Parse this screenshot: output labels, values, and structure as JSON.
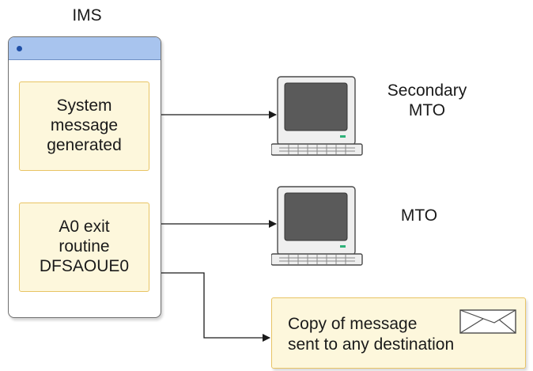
{
  "ims": {
    "title": "IMS"
  },
  "boxes": {
    "system_message": [
      "System",
      "message",
      "generated"
    ],
    "exit_routine": [
      "A0 exit",
      "routine",
      "DFSAOUE0"
    ]
  },
  "terminals": {
    "secondary": [
      "Secondary",
      "MTO"
    ],
    "primary": "MTO"
  },
  "copy": {
    "line1": "Copy of message",
    "line2": "sent to any destination"
  },
  "colors": {
    "titlebar": "#a8c4ee",
    "box_fill": "#fdf7dc",
    "box_border": "#e8c464",
    "screen": "#5a5a5a",
    "led": "#2fb27a"
  }
}
